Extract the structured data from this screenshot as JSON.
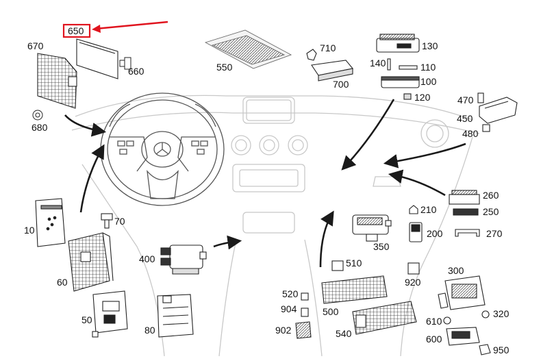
{
  "diagram": {
    "highlighted_label": "650",
    "labels": [
      "670",
      "660",
      "680",
      "550",
      "710",
      "700",
      "130",
      "140",
      "110",
      "100",
      "120",
      "470",
      "450",
      "480",
      "10",
      "70",
      "60",
      "50",
      "80",
      "400",
      "350",
      "210",
      "260",
      "250",
      "200",
      "270",
      "510",
      "300",
      "920",
      "520",
      "904",
      "500",
      "902",
      "540",
      "610",
      "320",
      "600",
      "950"
    ]
  },
  "colors": {
    "line": "#1a1a1a",
    "faint": "#c8c8c8",
    "highlight": "#e0141e"
  },
  "icons": [
    "steering-wheel-icon",
    "dashboard-outline-icon",
    "control-module-icon",
    "connector-icon",
    "screw-icon",
    "fuse-box-icon"
  ]
}
